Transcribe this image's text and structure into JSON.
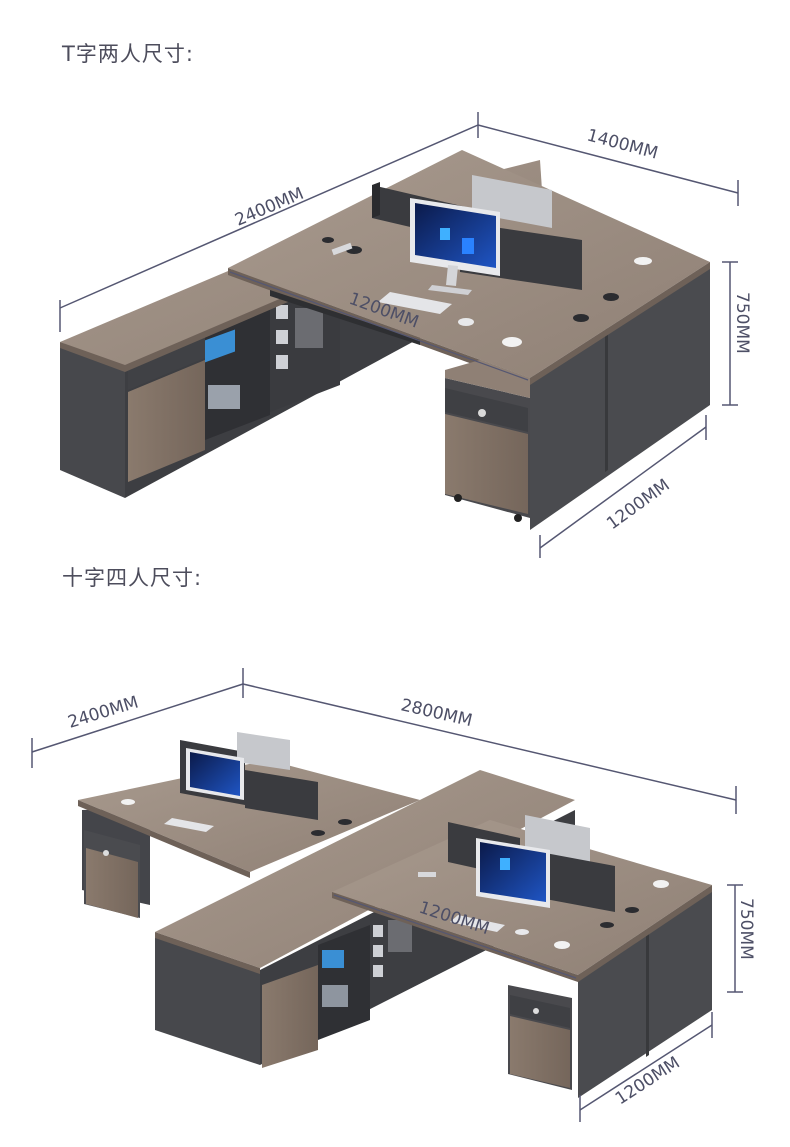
{
  "sections": [
    {
      "title": "T字两人尺寸:",
      "dimensions": {
        "length": "2400MM",
        "depth": "1400MM",
        "inner": "1200MM",
        "height": "750MM",
        "side": "1200MM"
      }
    },
    {
      "title": "十字四人尺寸:",
      "dimensions": {
        "length": "2400MM",
        "total": "2800MM",
        "inner": "1200MM",
        "height": "750MM",
        "side": "1200MM"
      }
    }
  ],
  "colors": {
    "wood_top": "#9d8e82",
    "wood_edge": "#7d6e63",
    "cabinet": "#4a4b4f",
    "cabinet_dark": "#3b3c40",
    "dimension_line": "#555772",
    "screen": "#1a3a8a"
  }
}
